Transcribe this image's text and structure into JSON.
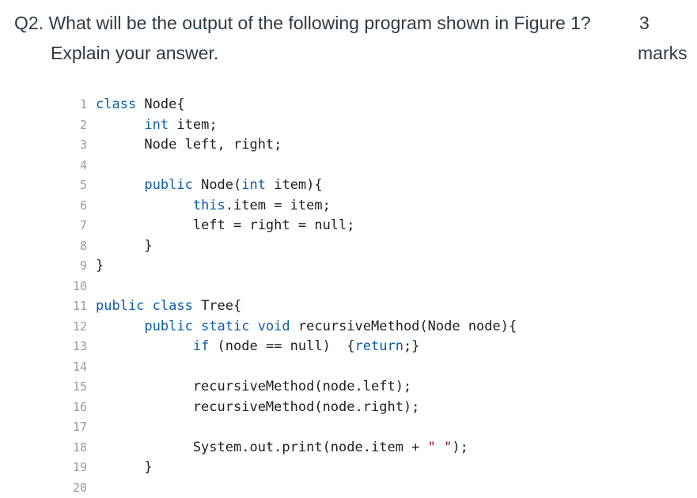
{
  "question": {
    "line1": "Q2. What will be the output of the following program shown in Figure 1?",
    "line2": "Explain your answer."
  },
  "marks": {
    "value": "3",
    "label": "marks"
  },
  "code": [
    {
      "n": "1",
      "parts": [
        {
          "t": "class ",
          "k": true
        },
        {
          "t": "Node{"
        }
      ]
    },
    {
      "n": "2",
      "parts": [
        {
          "t": "      "
        },
        {
          "t": "int",
          "k": true
        },
        {
          "t": " item;"
        }
      ]
    },
    {
      "n": "3",
      "parts": [
        {
          "t": "      Node left, right;"
        }
      ]
    },
    {
      "n": "4",
      "parts": []
    },
    {
      "n": "5",
      "parts": [
        {
          "t": "      "
        },
        {
          "t": "public",
          "k": true
        },
        {
          "t": " Node("
        },
        {
          "t": "int",
          "k": true
        },
        {
          "t": " item){"
        }
      ]
    },
    {
      "n": "6",
      "parts": [
        {
          "t": "            "
        },
        {
          "t": "this",
          "k": true
        },
        {
          "t": ".item = item;"
        }
      ]
    },
    {
      "n": "7",
      "parts": [
        {
          "t": "            left = right = null;"
        }
      ]
    },
    {
      "n": "8",
      "parts": [
        {
          "t": "      }"
        }
      ]
    },
    {
      "n": "9",
      "parts": [
        {
          "t": "}"
        }
      ]
    },
    {
      "n": "10",
      "parts": []
    },
    {
      "n": "11",
      "parts": [
        {
          "t": "public class",
          "k": true
        },
        {
          "t": " Tree{"
        }
      ]
    },
    {
      "n": "12",
      "parts": [
        {
          "t": "      "
        },
        {
          "t": "public static void",
          "k": true
        },
        {
          "t": " recursiveMethod(Node node){"
        }
      ]
    },
    {
      "n": "13",
      "parts": [
        {
          "t": "            "
        },
        {
          "t": "if",
          "k": true
        },
        {
          "t": " (node == null)  {"
        },
        {
          "t": "return",
          "k": true
        },
        {
          "t": ";}"
        }
      ]
    },
    {
      "n": "14",
      "parts": []
    },
    {
      "n": "15",
      "parts": [
        {
          "t": "            recursiveMethod(node.left);"
        }
      ]
    },
    {
      "n": "16",
      "parts": [
        {
          "t": "            recursiveMethod(node.right);"
        }
      ]
    },
    {
      "n": "17",
      "parts": []
    },
    {
      "n": "18",
      "parts": [
        {
          "t": "            System.out.print(node.item + "
        },
        {
          "t": "\" \"",
          "s": true
        },
        {
          "t": ");"
        }
      ]
    },
    {
      "n": "19",
      "parts": [
        {
          "t": "      }"
        }
      ]
    },
    {
      "n": "20",
      "parts": []
    }
  ]
}
